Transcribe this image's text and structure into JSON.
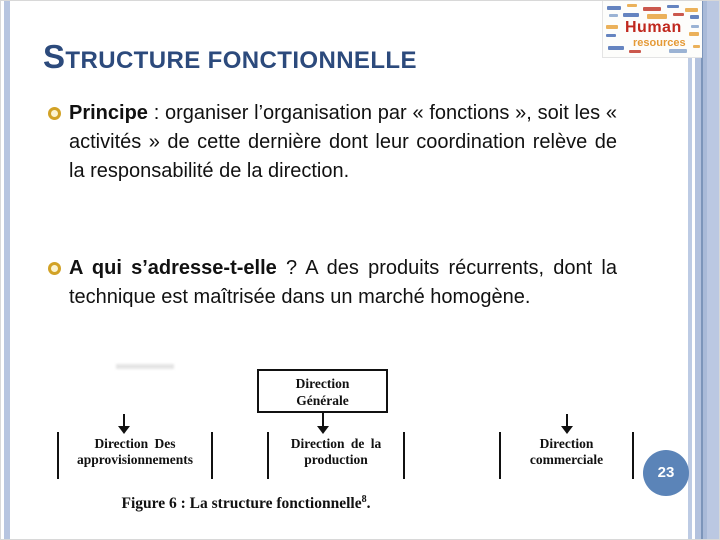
{
  "slide": {
    "title": "Structure fonctionnelle",
    "page_number": "23"
  },
  "wordcloud": {
    "primary": "Human",
    "secondary": "resources"
  },
  "bullets": [
    {
      "lead": "Principe",
      "rest": " : organiser l’organisation par « fonctions », soit les « activités » de cette dernière dont leur coordination relève de la responsabilité de la direction."
    },
    {
      "lead": "A qui s’adresse-t-elle",
      "rest": " ? A des produits récurrents, dont la technique est maîtrisée dans un marché homogène."
    }
  ],
  "diagram": {
    "root": {
      "line1": "Direction",
      "line2": "Générale"
    },
    "children": [
      {
        "line1": "Direction Des",
        "line2": "approvisionnements"
      },
      {
        "line1": "Direction de la",
        "line2": "production"
      },
      {
        "line1": "Direction",
        "line2": "commerciale"
      }
    ],
    "caption": {
      "text": "Figure 6 : La structure fonctionnelle",
      "superscript": "8",
      "suffix": "."
    }
  },
  "colors": {
    "title": "#2c4a7c",
    "stripe_light": "#b7c5e0",
    "stripe_dark": "#7c95ba",
    "bullet_ring": "#d2a226",
    "page_badge": "#5b84b8",
    "wordcloud_primary": "#c0281e",
    "wordcloud_secondary": "#e59a36",
    "figure_ink": "#111111"
  }
}
